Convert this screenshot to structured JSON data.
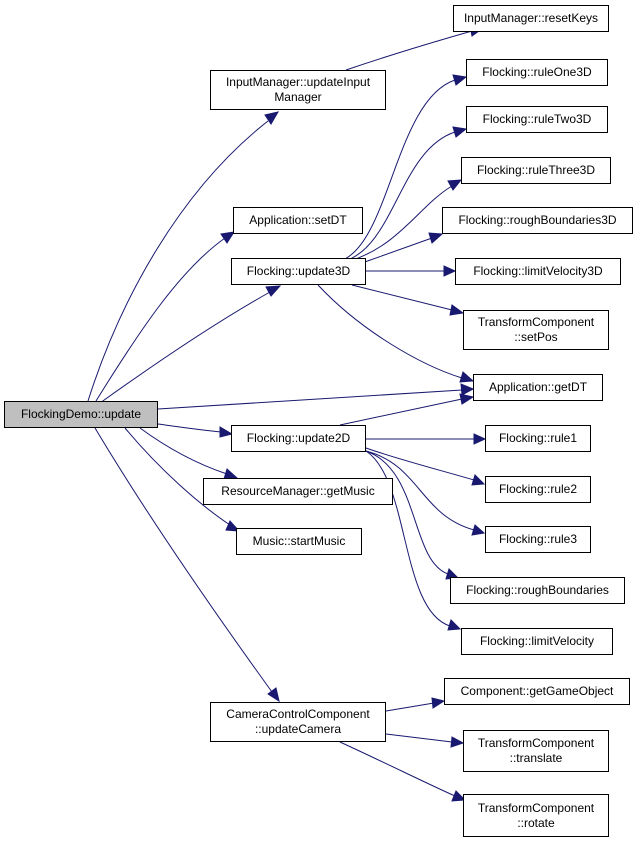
{
  "nodes": {
    "root": "FlockingDemo::update",
    "input_update": [
      "InputManager::updateInput",
      "Manager"
    ],
    "input_reset": "InputManager::resetKeys",
    "app_setdt": "Application::setDT",
    "update3d": "Flocking::update3D",
    "rule_one_3d": "Flocking::ruleOne3D",
    "rule_two_3d": "Flocking::ruleTwo3D",
    "rule_three_3d": "Flocking::ruleThree3D",
    "rough_3d": "Flocking::roughBoundaries3D",
    "limit_3d": "Flocking::limitVelocity3D",
    "tc_setpos": [
      "TransformComponent",
      "::setPos"
    ],
    "app_getdt": "Application::getDT",
    "update2d": "Flocking::update2D",
    "rule1": "Flocking::rule1",
    "rule2": "Flocking::rule2",
    "rule3": "Flocking::rule3",
    "rough": "Flocking::roughBoundaries",
    "limit": "Flocking::limitVelocity",
    "res_music": "ResourceManager::getMusic",
    "start_music": "Music::startMusic",
    "cam_update": [
      "CameraControlComponent",
      "::updateCamera"
    ],
    "get_go": "Component::getGameObject",
    "tc_translate": [
      "TransformComponent",
      "::translate"
    ],
    "tc_rotate": [
      "TransformComponent",
      "::rotate"
    ]
  }
}
